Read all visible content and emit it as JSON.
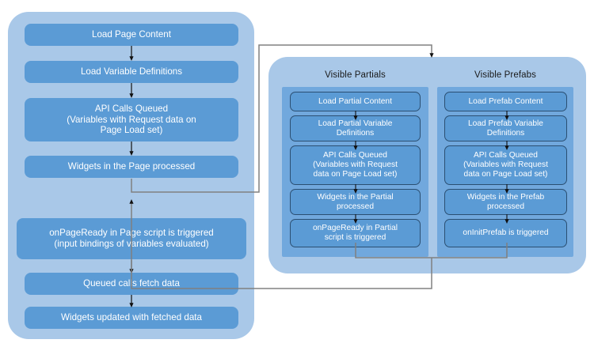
{
  "diagram": {
    "title": "Page, Partial and Prefab lifecycle flow",
    "colors": {
      "group_panel": "#a9c8e8",
      "subgroup_panel": "#71a8dd",
      "process_box": "#5b9bd5",
      "process_box_border": "#2b4f72",
      "box_text": "#ffffff",
      "label_text": "#1a1a1a",
      "connector": "#808080",
      "arrow_head": "#000000",
      "background": "#ffffff"
    }
  },
  "page_group": {
    "name": "page-lifecycle-group",
    "steps": [
      {
        "id": "load-page-content",
        "line1": "Load Page Content"
      },
      {
        "id": "load-variable-defs",
        "line1": "Load Variable Definitions"
      },
      {
        "id": "api-calls-queued-page",
        "line1": "API Calls Queued",
        "line2": "(Variables with Request data on",
        "line3": "Page Load set)"
      },
      {
        "id": "widgets-page",
        "line1": "Widgets in the Page processed"
      },
      {
        "id": "onpageready-page",
        "line1": "onPageReady in Page script is triggered",
        "line2": "(input bindings of variables evaluated)"
      },
      {
        "id": "queued-calls-fetch",
        "line1": "Queued calls fetch data"
      },
      {
        "id": "widgets-updated",
        "line1": "Widgets updated with fetched data"
      }
    ]
  },
  "components_group": {
    "name": "visible-components-group",
    "subgroups": [
      {
        "id": "visible-partials",
        "title": "Visible Partials",
        "steps": [
          {
            "id": "load-partial-content",
            "line1": "Load Partial Content"
          },
          {
            "id": "load-partial-variable-defs",
            "line1": "Load Partial Variable",
            "line2": "Definitions"
          },
          {
            "id": "api-calls-queued-partial",
            "line1": "API Calls Queued",
            "line2": "(Variables with Request",
            "line3": "data on Page Load set)"
          },
          {
            "id": "widgets-partial",
            "line1": "Widgets in the Partial",
            "line2": "processed"
          },
          {
            "id": "onpageready-partial",
            "line1": "onPageReady in Partial",
            "line2": "script  is triggered"
          }
        ]
      },
      {
        "id": "visible-prefabs",
        "title": "Visible Prefabs",
        "steps": [
          {
            "id": "load-prefab-content",
            "line1": "Load Prefab Content"
          },
          {
            "id": "load-prefab-variable-defs",
            "line1": "Load Prefab Variable",
            "line2": "Definitions"
          },
          {
            "id": "api-calls-queued-prefab",
            "line1": "API Calls Queued",
            "line2": "(Variables with Request",
            "line3": "data on Page Load set)"
          },
          {
            "id": "widgets-prefab",
            "line1": "Widgets in the Prefab",
            "line2": "processed"
          },
          {
            "id": "oninitprefab",
            "line1": "onInitPrefab is triggered"
          }
        ]
      }
    ]
  },
  "connectors": [
    {
      "id": "page-to-components",
      "from": "widgets-page",
      "to": "visible-components-group"
    },
    {
      "id": "components-to-page",
      "from": "visible-components-group",
      "to": "onpageready-page"
    }
  ]
}
